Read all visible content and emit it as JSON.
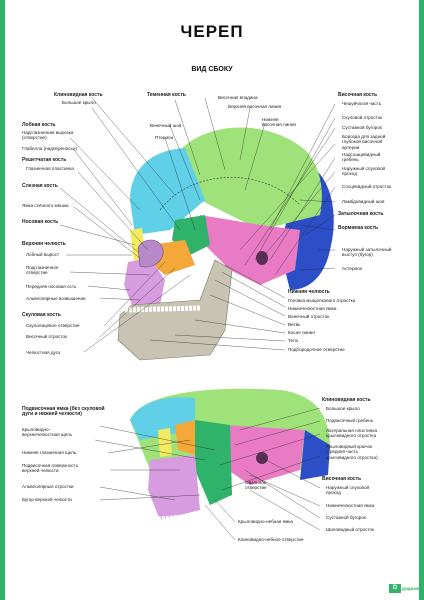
{
  "title": "ЧЕРЕП",
  "subtitle": "ВИД СБОКУ",
  "colors": {
    "sphenoid_green": "#2fb36a",
    "frontal_cyan": "#5fd0e8",
    "parietal_green": "#9fe27a",
    "temporal_pink": "#e87bc4",
    "occipital_blue": "#2c4fc8",
    "zygomatic_orange": "#f4a83a",
    "maxilla_purple": "#d79be0",
    "nasal_yellow": "#f3ea63",
    "bone_gray": "#c9c3b3"
  },
  "top": {
    "left_labels": [
      {
        "id": "sphenoid",
        "text": "Клиновидная кость",
        "bold": true
      },
      {
        "id": "greater_wing",
        "text": "Большое крыло",
        "bold": false
      },
      {
        "id": "frontal",
        "text": "Лобная кость",
        "bold": true
      },
      {
        "id": "supraorbital",
        "text": "Надглазничная вырезка\n(отверстие)",
        "bold": false
      },
      {
        "id": "glabella",
        "text": "Глабелла (надпереносье)",
        "bold": false
      },
      {
        "id": "ethmoid",
        "text": "Решетчатая кость",
        "bold": true
      },
      {
        "id": "orbital_plate",
        "text": "Глазничная пластинка",
        "bold": false
      },
      {
        "id": "lacrimal",
        "text": "Слезная кость",
        "bold": true
      },
      {
        "id": "lacrimal_fossa",
        "text": "Ямка слёзного мешка",
        "bold": false
      },
      {
        "id": "nasal",
        "text": "Носовая кость",
        "bold": true
      },
      {
        "id": "maxilla",
        "text": "Верхняя челюсть",
        "bold": true
      },
      {
        "id": "frontal_process",
        "text": "Лобный вырост",
        "bold": false
      },
      {
        "id": "infraorbital",
        "text": "Подглазничное\nотверстие",
        "bold": false
      },
      {
        "id": "anterior_nasal",
        "text": "Передняя носовая ость",
        "bold": false
      },
      {
        "id": "alveolar",
        "text": "Альвеолярные возвышения",
        "bold": false
      },
      {
        "id": "zygomatic",
        "text": "Скуловая кость",
        "bold": true
      },
      {
        "id": "zygomaticofacial",
        "text": "Скулолицевое отверстие",
        "bold": false
      },
      {
        "id": "temporal_process",
        "text": "Височный отросток",
        "bold": false
      },
      {
        "id": "zygomatic_arch",
        "text": "Челюстная дуга",
        "bold": false
      }
    ],
    "center_labels": [
      {
        "id": "parietal",
        "text": "Теменная кость",
        "bold": true
      },
      {
        "id": "temporal_fossa",
        "text": "Височная впадина",
        "bold": false
      },
      {
        "id": "sup_temporal_line",
        "text": "Верхняя височная линия",
        "bold": false
      },
      {
        "id": "coronal",
        "text": "Венечный шов",
        "bold": false
      },
      {
        "id": "inf_temporal_line",
        "text": "Нижняя\nвисочная линия",
        "bold": false
      },
      {
        "id": "pterion",
        "text": "Птерион",
        "bold": false
      }
    ],
    "right_labels": [
      {
        "id": "temporal",
        "text": "Височная кость",
        "bold": true
      },
      {
        "id": "squamous",
        "text": "Чешуйчатая часть",
        "bold": false
      },
      {
        "id": "zyg_process",
        "text": "Скуловой отросток",
        "bold": false
      },
      {
        "id": "articular",
        "text": "Суставной бугорок",
        "bold": false
      },
      {
        "id": "groove",
        "text": "Борозда для задней\nглубокой височной\nартерии",
        "bold": false
      },
      {
        "id": "suprameatal",
        "text": "Надсошцевидный\nгребень",
        "bold": false
      },
      {
        "id": "ext_acoustic",
        "text": "Наружный слуховой\nпроход",
        "bold": false
      },
      {
        "id": "mastoid",
        "text": "Сосцевидный отросток",
        "bold": false
      },
      {
        "id": "lambdoid",
        "text": "Ламбдовидный шов",
        "bold": false
      },
      {
        "id": "occipital",
        "text": "Затылочная кость",
        "bold": true
      },
      {
        "id": "vomer",
        "text": "Вормиева кость",
        "bold": true
      },
      {
        "id": "ext_occ",
        "text": "Наружный затылочный\nвыступ (бугор)",
        "bold": false
      },
      {
        "id": "asterion",
        "text": "Астерион",
        "bold": false
      }
    ],
    "mandible_labels": [
      {
        "id": "mandible",
        "text": "Нижняя челюсть",
        "bold": true
      },
      {
        "id": "condyle",
        "text": "Головка мыщелкового отростка",
        "bold": false
      },
      {
        "id": "notch",
        "text": "Нижнечелюстная ямка",
        "bold": false
      },
      {
        "id": "coronoid",
        "text": "Венечный отросток",
        "bold": false
      },
      {
        "id": "ramus",
        "text": "Ветвь",
        "bold": false
      },
      {
        "id": "oblique",
        "text": "Косая линия",
        "bold": false
      },
      {
        "id": "body",
        "text": "Тело",
        "bold": false
      },
      {
        "id": "mental",
        "text": "Подбородочное отверстие",
        "bold": false
      }
    ]
  },
  "bottom": {
    "left_labels": [
      {
        "id": "infratemporal",
        "text": "Подвисочная ямка (без скуловой\nдуги и нижней челюсти)",
        "bold": true
      },
      {
        "id": "pterygomax",
        "text": "Крыловидно-\nверхнечелюстная щель",
        "bold": false
      },
      {
        "id": "inf_orbital_fissure",
        "text": "Нижняя глазничная щель",
        "bold": false
      },
      {
        "id": "infratemporal_surface",
        "text": "Подвисочная поверхность\nверхней челюсти",
        "bold": false
      },
      {
        "id": "alveolar_b",
        "text": "Альвеолярные отростки",
        "bold": false
      },
      {
        "id": "tuber",
        "text": "Бугор верхней челюсти",
        "bold": false
      }
    ],
    "right_labels": [
      {
        "id": "sphenoid_b",
        "text": "Клиновидная кость",
        "bold": true
      },
      {
        "id": "greater_wing_b",
        "text": "Большое крыло",
        "bold": false
      },
      {
        "id": "infratemp_crest",
        "text": "Подвисочный гребень",
        "bold": false
      },
      {
        "id": "lateral_plate",
        "text": "Латеральная пластинка\nкрыловидного отростка",
        "bold": false
      },
      {
        "id": "hamulus",
        "text": "Крыловидный крючок\n(средняя часть\nкрыловидного отростка)",
        "bold": false
      },
      {
        "id": "temporal_b",
        "text": "Височная кость",
        "bold": true
      },
      {
        "id": "ext_acoustic_b",
        "text": "Наружный слуховой\nпроход",
        "bold": false
      },
      {
        "id": "mand_fossa",
        "text": "Нижнечелюстная ямка",
        "bold": false
      },
      {
        "id": "articular_b",
        "text": "Суставной бугорок",
        "bold": false
      },
      {
        "id": "styloid",
        "text": "Шиловидный отросток",
        "bold": false
      }
    ],
    "center_labels": [
      {
        "id": "oval",
        "text": "Овальное\nотверстие",
        "bold": false
      },
      {
        "id": "pterygopalatine",
        "text": "Крыловидно-небная ямка",
        "bold": false
      },
      {
        "id": "pterygopalatine_f",
        "text": "Клиновидно-небное отверстие",
        "bold": false
      }
    ]
  },
  "logo": {
    "mark": "D",
    "text": "ДИДАМЕД"
  }
}
